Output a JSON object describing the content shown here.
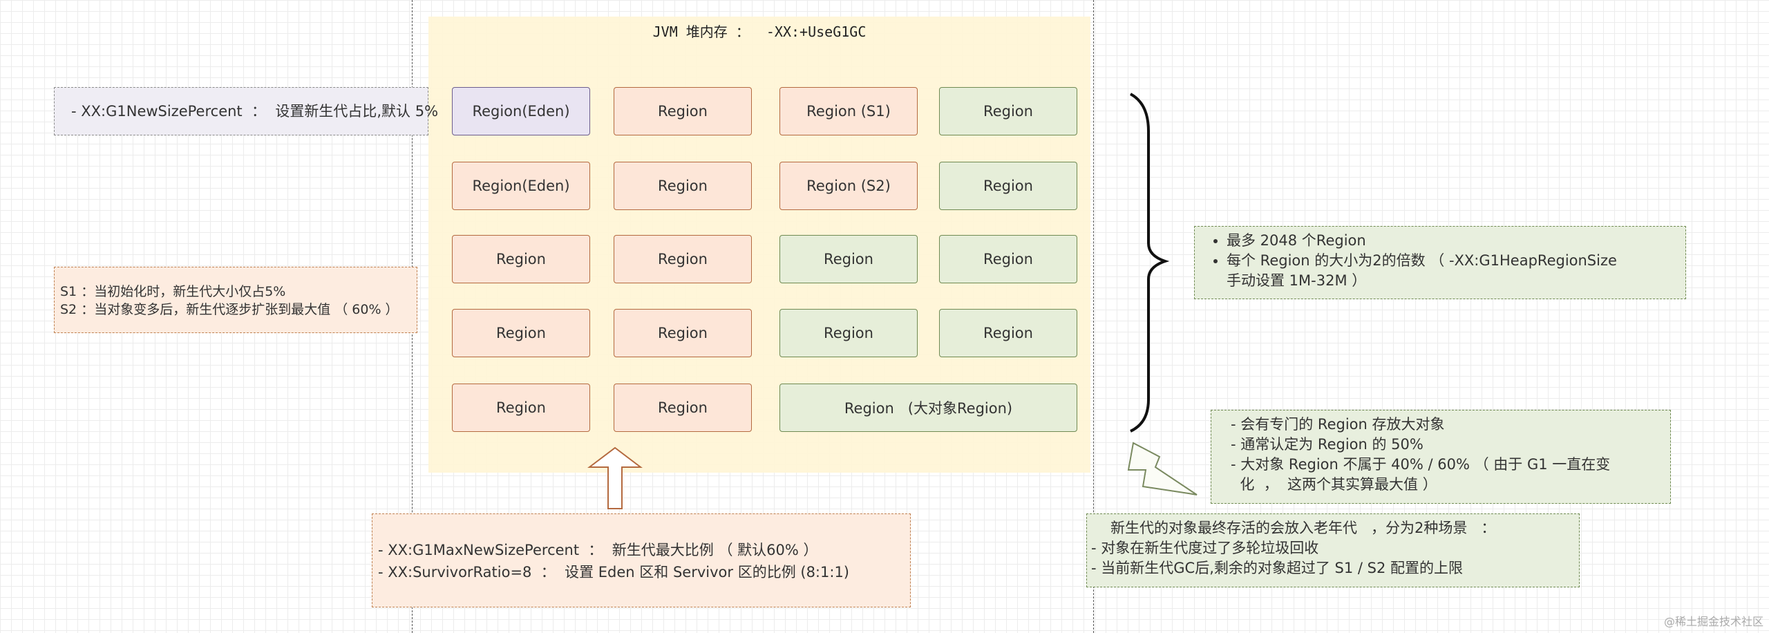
{
  "heap": {
    "title": "JVM 堆内存 ：  -XX:+UseG1GC"
  },
  "regions": [
    {
      "id": "r1c1",
      "label": "Region(Eden)",
      "kind": "eden"
    },
    {
      "id": "r1c2",
      "label": "Region",
      "kind": "young"
    },
    {
      "id": "r1c3",
      "label": "Region (S1)",
      "kind": "young"
    },
    {
      "id": "r1c4",
      "label": "Region",
      "kind": "old"
    },
    {
      "id": "r2c1",
      "label": "Region(Eden)",
      "kind": "young"
    },
    {
      "id": "r2c2",
      "label": "Region",
      "kind": "young"
    },
    {
      "id": "r2c3",
      "label": "Region (S2)",
      "kind": "young"
    },
    {
      "id": "r2c4",
      "label": "Region",
      "kind": "old"
    },
    {
      "id": "r3c1",
      "label": "Region",
      "kind": "young"
    },
    {
      "id": "r3c2",
      "label": "Region",
      "kind": "young"
    },
    {
      "id": "r3c3",
      "label": "Region",
      "kind": "old"
    },
    {
      "id": "r3c4",
      "label": "Region",
      "kind": "old"
    },
    {
      "id": "r4c1",
      "label": "Region",
      "kind": "young"
    },
    {
      "id": "r4c2",
      "label": "Region",
      "kind": "young"
    },
    {
      "id": "r4c3",
      "label": "Region",
      "kind": "old"
    },
    {
      "id": "r4c4",
      "label": "Region",
      "kind": "old"
    },
    {
      "id": "r5c1",
      "label": "Region",
      "kind": "young"
    },
    {
      "id": "r5c2",
      "label": "Region",
      "kind": "young"
    },
    {
      "id": "r5c3",
      "label": "Region   (大对象Region)",
      "kind": "old"
    }
  ],
  "notes": {
    "new_size": "- XX:G1NewSizePercent  ：  设置新生代占比,默认 5%",
    "survivor": [
      "S1 ：当初始化时，新生代大小仅占5%",
      "S2 ：当对象变多后，新生代逐步扩张到最大值 （ 60% ）"
    ],
    "max_new": [
      "- XX:G1MaxNewSizePercent  ：  新生代最大比例 （ 默认60% ）",
      "- XX:SurvivorRatio=8  ：  设置 Eden 区和 Servivor 区的比例 (8:1:1)"
    ],
    "region_size": [
      "最多 2048 个Region",
      "每个 Region 的大小为2的倍数 （ -XX:G1HeapRegionSize",
      "手动设置 1M-32M ）"
    ],
    "humongous": [
      "- 会有专门的 Region 存放大对象",
      "- 通常认定为 Region 的 50%",
      "- 大对象 Region 不属于 40% / 60% （ 由于 G1 一直在变",
      "  化  ，  这两个其实算最大值 ）"
    ],
    "old_gen": [
      "新生代的对象最终存活的会放入老年代   ，分为2种场景   ：",
      "- 对象在新生代度过了多轮垃圾回收",
      "- 当前新生代GC后,剩余的对象超过了 S1 / S2 配置的上限"
    ]
  },
  "watermark": "@稀土掘金技术社区",
  "colors": {
    "heap_bg": "#fff5d6",
    "eden": "#e9e4f2",
    "young": "#fde6d8",
    "old": "#e6eed9",
    "note_purple": "#efedf4",
    "note_orange": "#fdece0",
    "note_green": "#e8efde"
  }
}
